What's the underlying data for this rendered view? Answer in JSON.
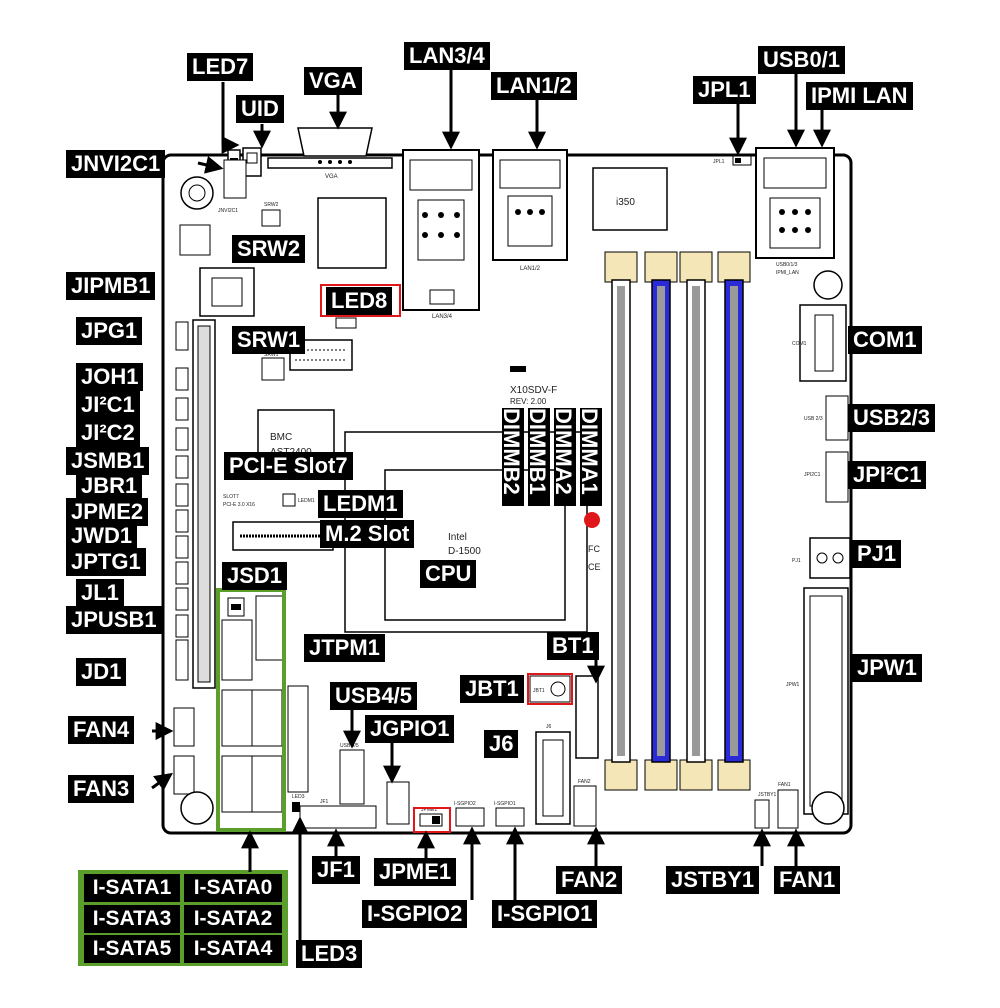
{
  "board": {
    "model": "X10SDV-F",
    "revision": "REV: 2.00",
    "chip_lan": "i350",
    "bmc_line1": "BMC",
    "bmc_line2": "AST2400",
    "cpu_line1": "Intel",
    "cpu_line2": "D-1500",
    "silk_vga": "VGA",
    "silk_lan34": "LAN3/4",
    "silk_lan12": "LAN1/2",
    "silk_usb_ipmi": "USB0/1/3",
    "silk_ipmi_lan": "IPMI_LAN",
    "silk_com1": "COM1",
    "silk_usb23": "USB 2/3",
    "silk_jpi2c1": "JPI2C1",
    "silk_pj1": "PJ1",
    "silk_jpw1": "JPW1",
    "silk_slot7": "SLOT7",
    "silk_slot7_type": "PCI-E 3.0 X16",
    "silk_j6": "J6",
    "silk_jbt1": "JBT1",
    "silk_fan1": "FAN1",
    "silk_fan2": "FAN2",
    "silk_jpl1": "JPL1",
    "silk_jnvi2c": "JNVI2C1",
    "silk_srw2": "SRW2",
    "silk_srw1": "SRW1",
    "silk_led8": "LED8",
    "silk_ledm1": "LEDM1",
    "silk_jf1": "JF1",
    "silk_usb45": "USB 4/5",
    "silk_sgpio1": "I-SGPIO1",
    "silk_sgpio2": "I-SGPIO2",
    "silk_jpme1": "JPME1",
    "silk_led3": "LED3",
    "silk_jstby1": "JSTBY1"
  },
  "labels": {
    "led7": "LED7",
    "uid": "UID",
    "vga": "VGA",
    "lan34": "LAN3/4",
    "lan12": "LAN1/2",
    "jpl1": "JPL1",
    "usb01": "USB0/1",
    "ipmi_lan": "IPMI LAN",
    "jnvi2c1": "JNVI2C1",
    "srw2": "SRW2",
    "jipmb1": "JIPMB1",
    "led8": "LED8",
    "jpg1": "JPG1",
    "srw1": "SRW1",
    "com1": "COM1",
    "joh1": "JOH1",
    "ji2c1": "JI²C1",
    "ji2c2": "JI²C2",
    "usb23": "USB2/3",
    "jsmb1": "JSMB1",
    "pcie_slot7": "PCI-E Slot7",
    "jpi2c1": "JPI²C1",
    "jbr1": "JBR1",
    "ledm1": "LEDM1",
    "jpme2": "JPME2",
    "jwd1": "JWD1",
    "m2_slot": "M.2 Slot",
    "jptg1": "JPTG1",
    "pj1": "PJ1",
    "cpu": "CPU",
    "jsd1": "JSD1",
    "jl1": "JL1",
    "jpusb1": "JPUSB1",
    "jtpm1": "JTPM1",
    "bt1": "BT1",
    "jd1": "JD1",
    "jpw1": "JPW1",
    "jbt1": "JBT1",
    "usb45": "USB4/5",
    "jgpio1": "JGPIO1",
    "fan4": "FAN4",
    "j6": "J6",
    "fan3": "FAN3",
    "jf1": "JF1",
    "jpme1": "JPME1",
    "fan2": "FAN2",
    "jstby1": "JSTBY1",
    "fan1": "FAN1",
    "i_sgpio2": "I-SGPIO2",
    "i_sgpio1": "I-SGPIO1",
    "led3": "LED3"
  },
  "dimm_labels": [
    "DIMMA1",
    "DIMMA2",
    "DIMMB1",
    "DIMMB2"
  ],
  "sata_labels": [
    [
      "I-SATA1",
      "I-SATA0"
    ],
    [
      "I-SATA3",
      "I-SATA2"
    ],
    [
      "I-SATA5",
      "I-SATA4"
    ]
  ],
  "colors": {
    "label_bg": "#000000",
    "label_text": "#ffffff",
    "highlight_red": "#e0161b",
    "sata_green": "#5a9e2c",
    "dimm_blue": "#2a2bd6",
    "dimm_gold": "#f5e6b8",
    "board_line": "#000000"
  }
}
